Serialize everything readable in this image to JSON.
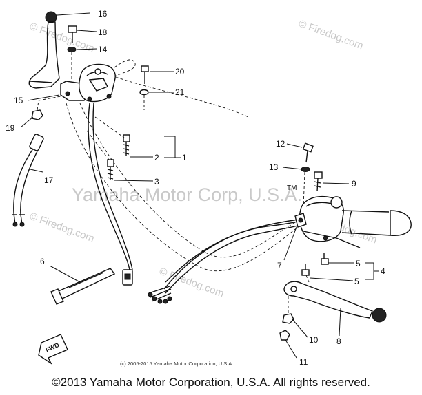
{
  "watermarks": {
    "firedog_1": "© Firedog.com",
    "firedog_2": "© Firedog.com",
    "firedog_3": "© Firedog.com",
    "firedog_4": "© Firedog.com",
    "firedog_5": "© Firedog.com",
    "center": "Yamaha Motor Corp, U.S.A."
  },
  "trademark": "TM",
  "fwd_label": "FWD",
  "small_copyright": "(c) 2005-2015 Yamaha Motor Corporation, U.S.A.",
  "footer_copyright": "©2013 Yamaha Motor Corporation, U.S.A. All rights reserved.",
  "callouts": {
    "c1": "1",
    "c2": "2",
    "c3": "3",
    "c4": "4",
    "c5a": "5",
    "c5b": "5",
    "c6": "6",
    "c7": "7",
    "c8": "8",
    "c9": "9",
    "c10": "10",
    "c11": "11",
    "c12": "12",
    "c13": "13",
    "c14": "14",
    "c15": "15",
    "c16": "16",
    "c17": "17",
    "c18": "18",
    "c19": "19",
    "c20": "20",
    "c21": "21"
  }
}
